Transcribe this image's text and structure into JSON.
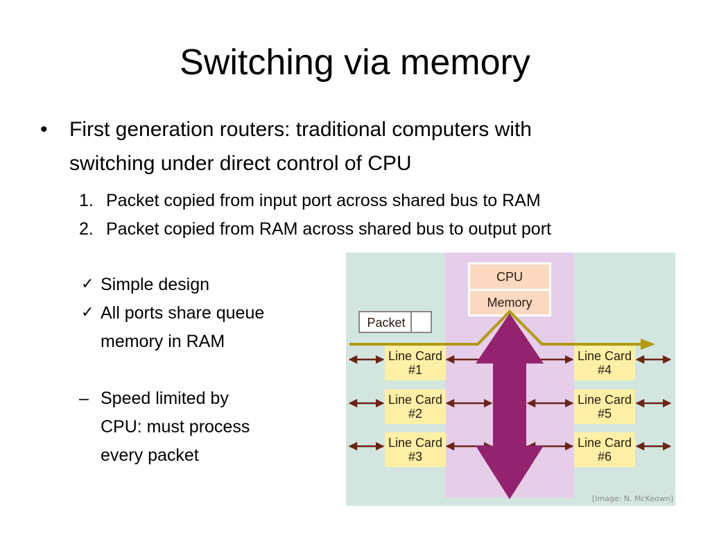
{
  "slide": {
    "title": "Switching via memory",
    "bullet1": {
      "marker": "•",
      "line1": "First generation routers: traditional computers with",
      "line2": "switching under direct control of CPU"
    },
    "steps": [
      {
        "num": "1.",
        "text": "Packet copied from input port across shared bus to RAM"
      },
      {
        "num": "2.",
        "text": "Packet copied from RAM across shared bus to output port"
      }
    ],
    "pros": [
      {
        "marker": "✓",
        "lines": [
          "Simple design"
        ]
      },
      {
        "marker": "✓",
        "lines": [
          "All ports share queue",
          "memory in RAM"
        ]
      }
    ],
    "cons": [
      {
        "marker": "–",
        "lines": [
          "Speed limited by",
          "CPU: must process",
          "every packet"
        ]
      }
    ]
  },
  "diagram": {
    "cpu_label": "CPU",
    "memory_label": "Memory",
    "packet_label": "Packet",
    "line_cards": [
      {
        "name": "Line Card",
        "num": "#1"
      },
      {
        "name": "Line Card",
        "num": "#2"
      },
      {
        "name": "Line Card",
        "num": "#3"
      },
      {
        "name": "Line Card",
        "num": "#4"
      },
      {
        "name": "Line Card",
        "num": "#5"
      },
      {
        "name": "Line Card",
        "num": "#6"
      }
    ],
    "credit": "[Image: N. McKeown]",
    "colors": {
      "background": "#d3e5df",
      "bus_region": "#e6cdea",
      "cpu_mem_fill": "#fbd9c0",
      "line_card_fill": "#fdf0a6",
      "bus_arrow": "#93236e",
      "packet_path": "#b09a10",
      "port_arrows": "#6a2418"
    }
  }
}
